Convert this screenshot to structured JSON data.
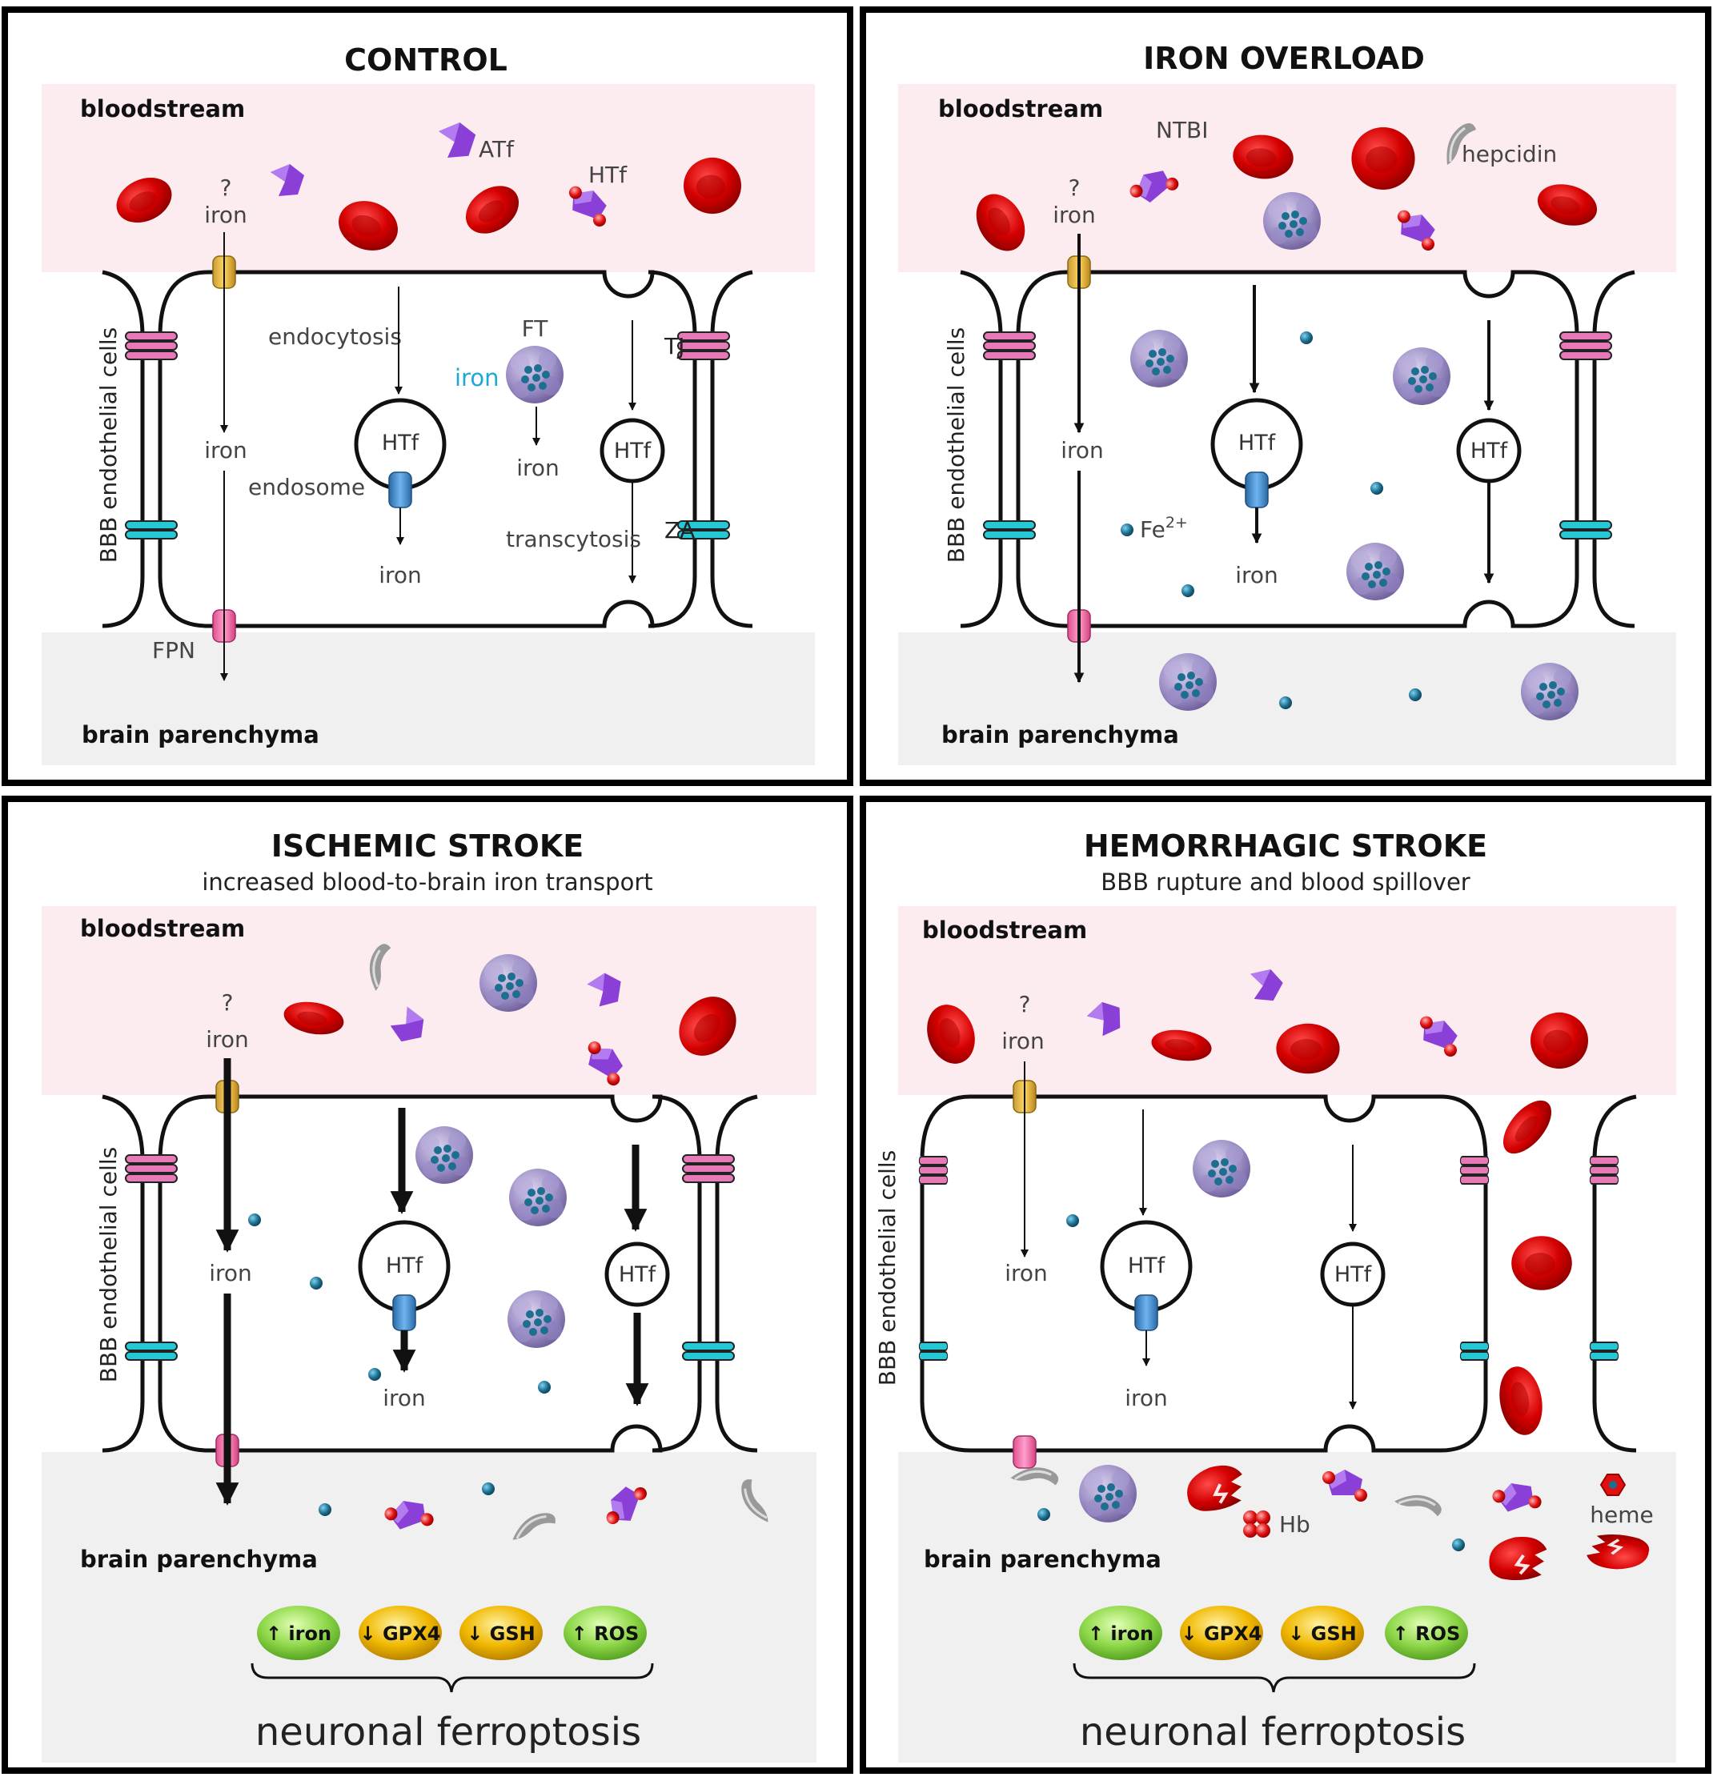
{
  "colors": {
    "bloodstream_bg": "#fdecef",
    "parenchyma_bg": "#f0f0f0",
    "rbc": "#c90000",
    "transferrin": "#8a3fd6",
    "iron_dot": "#1d6f8f",
    "tight_junction": "#e57ab6",
    "zonula_adherens": "#27c8d6",
    "ferroportin": "#ff6fae",
    "dmt": "#e0b030",
    "endosome_channel": "#3a86c8",
    "pill_green": "#8fd84a",
    "pill_yellow": "#f0b800",
    "iron_label_blue": "#1fa7d6"
  },
  "panels": {
    "control": {
      "title": "CONTROL",
      "bloodstream": "bloodstream",
      "brain": "brain parenchyma",
      "cells_label": "BBB endothelial cells",
      "labels": {
        "atf": "ATf",
        "htf_blood": "HTf",
        "question": "?",
        "iron_top": "iron",
        "endocytosis": "endocytosis",
        "ft": "FT",
        "iron_blue": "iron",
        "tj": "TJ",
        "iron_mid": "iron",
        "htf_endosome": "HTf",
        "endosome": "endosome",
        "iron_ft": "iron",
        "htf_right": "HTf",
        "transcytosis": "transcytosis",
        "za": "ZA",
        "iron_bottom": "iron",
        "fpn": "FPN"
      }
    },
    "overload": {
      "title": "IRON OVERLOAD",
      "bloodstream": "bloodstream",
      "brain": "brain parenchyma",
      "cells_label": "BBB endothelial cells",
      "labels": {
        "ntbi": "NTBI",
        "hepcidin": "hepcidin",
        "question": "?",
        "iron_top": "iron",
        "iron_mid": "iron",
        "htf_endosome": "HTf",
        "htf_right": "HTf",
        "fe": "Fe",
        "fe_sup": "2+",
        "iron_bottom": "iron"
      }
    },
    "ischemic": {
      "title": "ISCHEMIC STROKE",
      "subtitle": "increased blood-to-brain iron transport",
      "bloodstream": "bloodstream",
      "brain": "brain parenchyma",
      "cells_label": "BBB endothelial cells",
      "labels": {
        "question": "?",
        "iron_top": "iron",
        "iron_mid": "iron",
        "htf_endosome": "HTf",
        "htf_right": "HTf",
        "iron_bottom": "iron"
      },
      "pills": [
        "↑ iron",
        "↓ GPX4",
        "↓ GSH",
        "↑ ROS"
      ],
      "outcome": "neuronal ferroptosis"
    },
    "hemorrhagic": {
      "title": "HEMORRHAGIC STROKE",
      "subtitle": "BBB rupture and blood spillover",
      "bloodstream": "bloodstream",
      "brain": "brain parenchyma",
      "cells_label": "BBB endothelial cells",
      "labels": {
        "question": "?",
        "iron_top": "iron",
        "iron_mid": "iron",
        "htf_endosome": "HTf",
        "htf_right": "HTf",
        "iron_bottom": "iron",
        "hb": "Hb",
        "heme": "heme"
      },
      "pills": [
        "↑ iron",
        "↓ GPX4",
        "↓ GSH",
        "↑ ROS"
      ],
      "outcome": "neuronal ferroptosis"
    }
  }
}
